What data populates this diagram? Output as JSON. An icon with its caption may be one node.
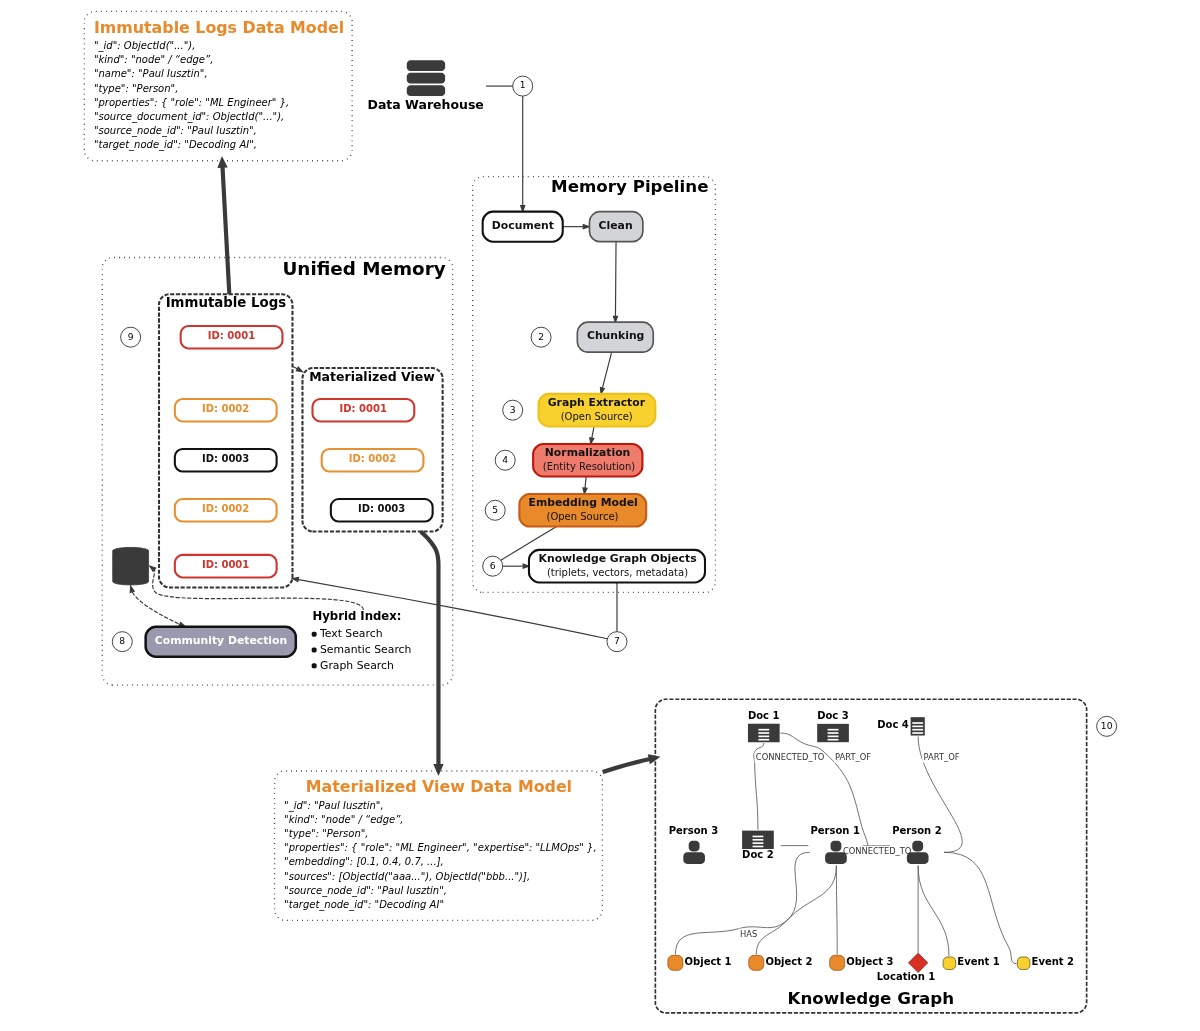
{
  "diagram": {
    "nodes": [
      {
        "text": [
          "Immutable Logs Data Model",
          "\"_id\": ObjectId(\"...\"),",
          "\"kind\": \"node\" / “edge”,",
          "\"name\": \"Paul Iusztin\",",
          "\"type\": \"Person\",",
          "\"properties\": { \"role\": \"ML Engineer\" },",
          "\"source_document_id\": ObjectId(\"...\"),",
          "\"source_node_id\": \"Paul Iusztin\",",
          "\"target_node_id\": \"Decoding AI\","
        ]
      },
      {
        "text": [
          "Data Warehouse"
        ]
      },
      {
        "text": [
          "Memory Pipeline"
        ]
      },
      {
        "text": [
          "1"
        ]
      },
      {
        "text": [
          "Document"
        ],
        "in": 2
      },
      {
        "text": [
          "Clean"
        ],
        "in": 2
      },
      {
        "text": [
          "2"
        ],
        "in": 2
      },
      {
        "text": [
          "Chunking"
        ],
        "in": 2
      },
      {
        "text": [
          "3"
        ],
        "in": 2
      },
      {
        "text": [
          "Graph Extractor",
          "(Open Source)"
        ],
        "in": 2
      },
      {
        "text": [
          "4"
        ],
        "in": 2
      },
      {
        "text": [
          "Normalization",
          "(Entity Resolution)"
        ],
        "in": 2
      },
      {
        "text": [
          "5"
        ],
        "in": 2
      },
      {
        "text": [
          "Embedding Model",
          "(Open Source)"
        ],
        "in": 2
      },
      {
        "text": [
          "6"
        ],
        "in": 2
      },
      {
        "text": [
          "Knowledge Graph Objects",
          "(triplets, vectors, metadata)"
        ],
        "in": 2
      },
      {
        "text": [
          "7"
        ]
      },
      {
        "text": [
          "Unified Memory"
        ]
      },
      {
        "text": [
          "Materialized View"
        ],
        "in": 17
      },
      {
        "text": [
          "9"
        ],
        "in": 17
      },
      {
        "text": [
          "ID: 0001"
        ],
        "in": 18
      },
      {
        "text": [
          "ID: 0002"
        ],
        "in": 18
      },
      {
        "text": [
          "ID: 0003"
        ],
        "in": 18
      },
      {
        "text": [
          "Immutable Logs"
        ],
        "in": 17
      },
      {
        "text": [
          "ID: 0001"
        ],
        "in": 23
      },
      {
        "text": [
          "ID: 0002"
        ],
        "in": 23
      },
      {
        "text": [
          "ID: 0003"
        ],
        "in": 23
      },
      {
        "text": [
          "ID: 0002"
        ],
        "in": 23
      },
      {
        "text": [
          "ID: 0001"
        ],
        "in": 23
      },
      {
        "text": [],
        "shape": "cylinder",
        "in": 17
      },
      {
        "text": [
          "Hybrid Index:",
          "Text Search",
          "Semantic Search",
          "Graph Search"
        ],
        "in": 17
      },
      {
        "text": [
          "8"
        ],
        "in": 17
      },
      {
        "text": [
          "Community Detection"
        ],
        "in": 17
      },
      {
        "text": [
          "Materialized View Data Model",
          "\"_id\": \"Paul Iusztin\",",
          "\"kind\": \"node\" / “edge”,",
          "\"type\": \"Person\",",
          "\"properties\": { \"role\": \"ML Engineer\", \"expertise\": \"LLMOps\" },",
          "\"embedding\": [0.1, 0.4, 0.7, ...],",
          "\"sources\": [ObjectId(\"aaa...\"), ObjectId(\"bbb...\")],",
          "\"source_node_id\": \"Paul Iusztin\",",
          "\"target_node_id\": \"Decoding AI\""
        ]
      },
      {
        "text": [
          "Knowledge Graph"
        ]
      },
      {
        "text": [
          "10"
        ]
      },
      {
        "text": [
          "Doc 1"
        ],
        "in": 34
      },
      {
        "text": [
          "Doc 3"
        ],
        "in": 34
      },
      {
        "text": [
          "Doc 2"
        ],
        "in": 34
      },
      {
        "text": [
          "Doc 4"
        ],
        "in": 34
      },
      {
        "text": [
          "Person 1"
        ],
        "in": 34
      },
      {
        "text": [
          "Person 2"
        ],
        "in": 34
      },
      {
        "text": [
          "Object 1"
        ],
        "in": 34
      },
      {
        "text": [
          "Object 2"
        ],
        "in": 34
      },
      {
        "text": [
          "Object 3"
        ],
        "in": 34
      },
      {
        "text": [
          "Person 3"
        ],
        "in": 34
      },
      {
        "text": [
          "Location 1"
        ],
        "in": 34
      },
      {
        "text": [
          "Event 1"
        ],
        "in": 34
      },
      {
        "text": [
          "Event 2"
        ],
        "in": 34
      }
    ],
    "edges": [
      {
        "from": 1,
        "to": 3,
        "arrow": "none"
      },
      {
        "from": 3,
        "to": 4,
        "arrow": "to"
      },
      {
        "from": 4,
        "to": 5,
        "arrow": "to"
      },
      {
        "from": 5,
        "to": 7,
        "arrow": "to"
      },
      {
        "from": 7,
        "to": 9,
        "arrow": "to"
      },
      {
        "from": 9,
        "to": 11,
        "arrow": "to"
      },
      {
        "from": 11,
        "to": 13,
        "arrow": "to"
      },
      {
        "from": 13,
        "to": 14,
        "arrow": "none"
      },
      {
        "from": 14,
        "to": 15,
        "arrow": "to"
      },
      {
        "from": 15,
        "to": 16,
        "arrow": "none"
      },
      {
        "from": 16,
        "to": 23,
        "arrow": "to"
      },
      {
        "from": 23,
        "to": 0,
        "arrow": "to",
        "style": "thick"
      },
      {
        "from": 23,
        "to": 18,
        "arrow": "to"
      },
      {
        "from": 18,
        "to": 33,
        "arrow": "to",
        "style": "thick"
      },
      {
        "from": 30,
        "to": 29,
        "arrow": "to",
        "style": "dashed"
      },
      {
        "from": 29,
        "to": 32,
        "arrow": "both",
        "style": "dashed"
      },
      {
        "from": 33,
        "to": 34,
        "arrow": "to",
        "style": "thick"
      },
      {
        "from": 36,
        "to": 40,
        "arrow": "none",
        "label": "PART_OF"
      },
      {
        "from": 36,
        "to": 38,
        "arrow": "none",
        "label": "CONNECTED_TO"
      },
      {
        "from": 38,
        "to": 40,
        "arrow": "none"
      },
      {
        "from": 40,
        "to": 41,
        "arrow": "none",
        "label": "CONNECTED_TO"
      },
      {
        "from": 40,
        "to": 42,
        "arrow": "none",
        "label": "HAS"
      },
      {
        "from": 40,
        "to": 43,
        "arrow": "none"
      },
      {
        "from": 40,
        "to": 44,
        "arrow": "none"
      },
      {
        "from": 41,
        "to": 46,
        "arrow": "none"
      },
      {
        "from": 41,
        "to": 47,
        "arrow": "none"
      },
      {
        "from": 41,
        "to": 48,
        "arrow": "none"
      },
      {
        "from": 39,
        "to": 41,
        "arrow": "none",
        "label": "PART_OF"
      }
    ]
  }
}
